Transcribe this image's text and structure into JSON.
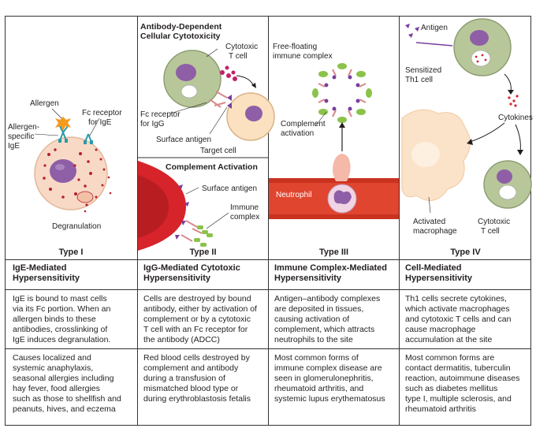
{
  "types": [
    {
      "type_label": "Type I",
      "title_line1": "IgE-Mediated",
      "title_line2": "Hypersensitivity",
      "mechanism": [
        "IgE is bound to mast cells",
        "via its Fc portion. When an",
        "allergen binds to these",
        "antibodies, crosslinking of",
        "IgE induces degranulation."
      ],
      "examples": [
        "Causes localized and",
        "systemic anaphylaxis,",
        "seasonal allergies including",
        "hay fever, food allergies",
        "such as those to shellfish and",
        "peanuts, hives, and eczema"
      ]
    },
    {
      "type_label": "Type II",
      "title_line1": "IgG-Mediated Cytotoxic",
      "title_line2": "Hypersensitivity",
      "mechanism": [
        "Cells are destroyed by bound",
        "antibody, either by activation of",
        "complement or by a cytotoxic",
        "T cell with an Fc receptor for",
        "the antibody (ADCC)"
      ],
      "examples": [
        "Red blood cells destroyed by",
        "complement and antibody",
        "during a transfusion of",
        "mismatched blood type or",
        "during erythroblastosis fetalis"
      ]
    },
    {
      "type_label": "Type III",
      "title_line1": "Immune Complex-Mediated",
      "title_line2": "Hypersensitivity",
      "mechanism": [
        "Antigen–antibody complexes",
        "are deposited in tissues,",
        "causing activation of",
        "complement, which attracts",
        "neutrophils to the site"
      ],
      "examples": [
        "Most common forms of",
        "immune complex disease are",
        "seen in glomerulonephritis,",
        "rheumatoid arthritis, and",
        "systemic lupus erythematosus"
      ]
    },
    {
      "type_label": "Type IV",
      "title_line1": "Cell-Mediated",
      "title_line2": "Hypersensitivity",
      "mechanism": [
        "Th1 cells secrete cytokines,",
        "which activate macrophages",
        "and cytotoxic T cells and can",
        "cause macrophage",
        "accumulation at the site"
      ],
      "examples": [
        "Most common forms are",
        "contact dermatitis, tuberculin",
        "reaction, autoimmune diseases",
        "such as diabetes mellitus",
        "type I, multiple sclerosis, and",
        "rheumatoid arthritis"
      ]
    }
  ],
  "type1_labels": {
    "allergen": "Allergen",
    "fc_receptor_1": "Fc receptor",
    "fc_receptor_2": "for IgE",
    "specific_1": "Allergen-",
    "specific_2": "specific",
    "specific_3": "IgE",
    "degranulation": "Degranulation"
  },
  "type2_labels": {
    "adcc_1": "Antibody-Dependent",
    "adcc_2": "Cellular Cytotoxicity",
    "cytotoxic_1": "Cytotoxic",
    "cytotoxic_2": "T cell",
    "fc_1": "Fc receptor",
    "fc_2": "for IgG",
    "surface_antigen": "Surface antigen",
    "target_cell": "Target cell",
    "complement_activation": "Complement Activation",
    "surface_antigen_2": "Surface antigen",
    "immune_1": "Immune",
    "immune_2": "complex"
  },
  "type3_labels": {
    "free_1": "Free-floating",
    "free_2": "immune complex",
    "comp_1": "Complement",
    "comp_2": "activation",
    "neutrophil": "Neutrophil"
  },
  "type4_labels": {
    "antigen": "Antigen",
    "sens_1": "Sensitized",
    "sens_2": "Th1 cell",
    "cytokines": "Cytokines",
    "act_1": "Activated",
    "act_2": "macrophage",
    "cyt_1": "Cytotoxic",
    "cyt_2": "T cell"
  },
  "colors": {
    "mast_cell": "#f7d9c6",
    "nucleus": "#8e5fa6",
    "granule": "#b6202e",
    "t_cell": "#b8c79a",
    "rbc": "#d7232a",
    "vessel": "#e0452f",
    "macrophage": "#fbe3c9",
    "complement": "#8bc34a",
    "antigen": "#7a3e9d",
    "antibody": "#d98a8a"
  }
}
